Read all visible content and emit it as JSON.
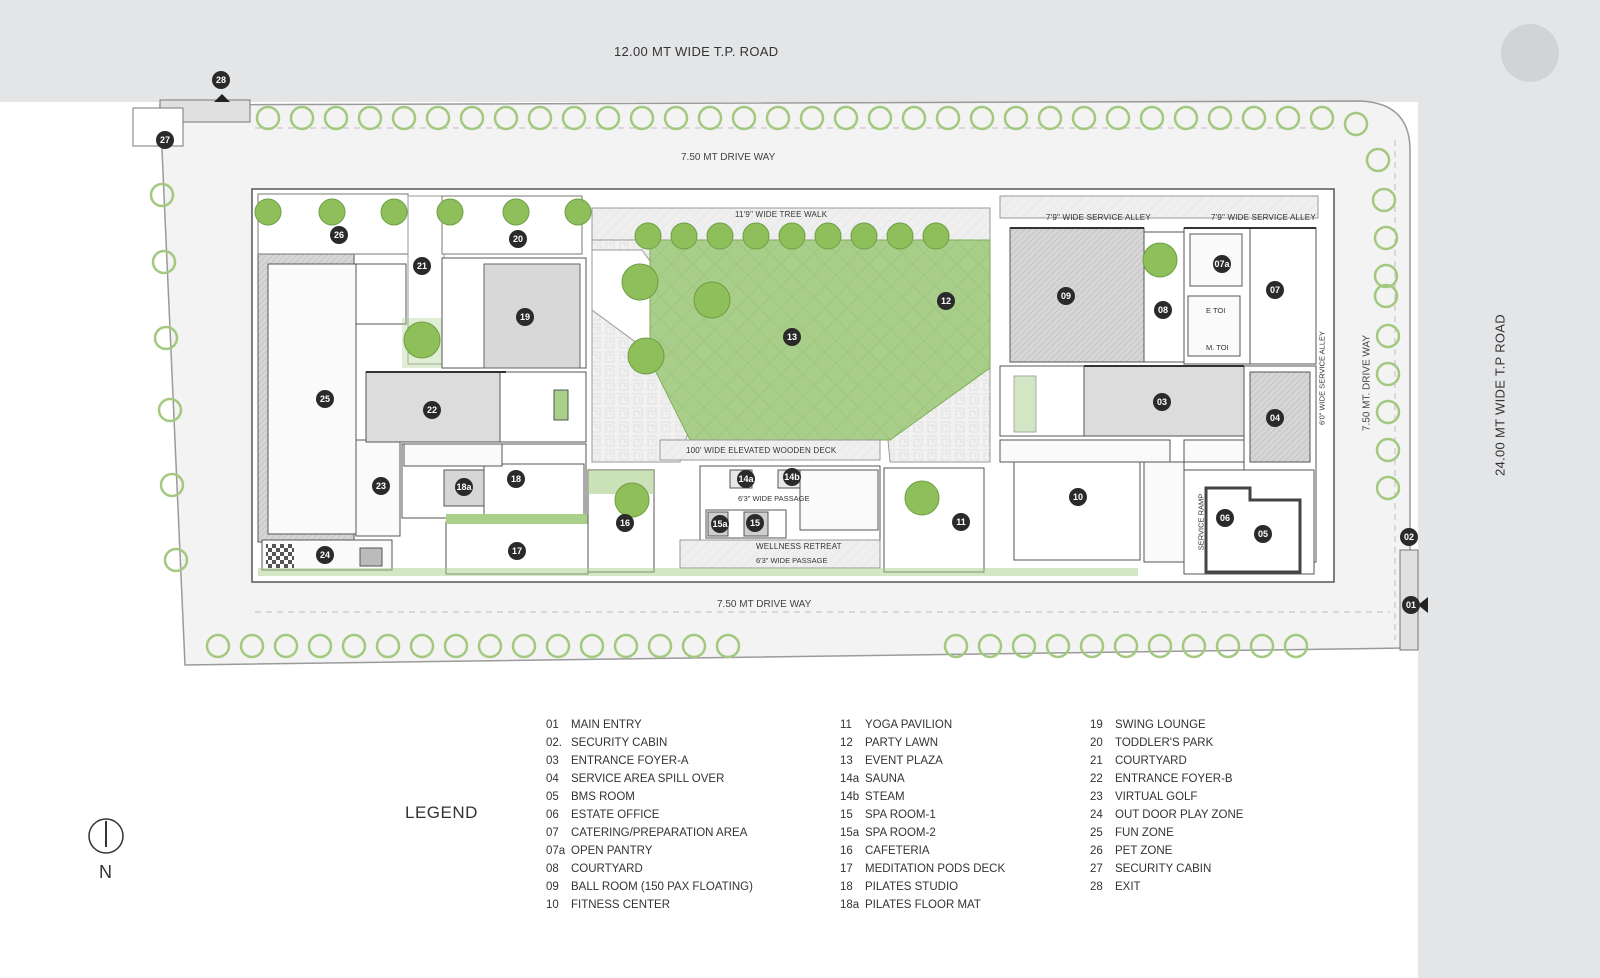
{
  "roads": {
    "top": "12.00 MT WIDE T.P. ROAD",
    "right": "24.00 MT WIDE T.P ROAD",
    "drive_top": "7.50 MT DRIVE WAY",
    "drive_bottom": "7.50 MT DRIVE WAY",
    "drive_right": "7.50 MT. DRIVE WAY"
  },
  "plan_labels": {
    "tree_walk": "11'9\" WIDE TREE WALK",
    "service_alley_1": "7'9\" WIDE SERVICE ALLEY",
    "service_alley_2": "7'9\" WIDE SERVICE ALLEY",
    "service_alley_v": "6'0\" WIDE SERVICE ALLEY",
    "wooden_deck": "100' WIDE ELEVATED WOODEN DECK",
    "passage_1": "6'3\" WIDE PASSAGE",
    "passage_2": "6'3\" WIDE PASSAGE",
    "wellness": "WELLNESS RETREAT",
    "e_toi": "E TOI",
    "m_toi": "M. TOI",
    "service_ramp": "SERVICE RAMP"
  },
  "markers": [
    "01",
    "02",
    "03",
    "04",
    "05",
    "06",
    "07",
    "07a",
    "08",
    "09",
    "10",
    "11",
    "12",
    "13",
    "14a",
    "14b",
    "15",
    "15a",
    "16",
    "17",
    "18",
    "18a",
    "19",
    "20",
    "21",
    "22",
    "23",
    "24",
    "25",
    "26",
    "27",
    "28"
  ],
  "legend": {
    "title": "LEGEND",
    "north": "N",
    "col1": [
      {
        "num": "01",
        "label": "MAIN ENTRY"
      },
      {
        "num": "02.",
        "label": "SECURITY CABIN"
      },
      {
        "num": "03",
        "label": "ENTRANCE FOYER-A"
      },
      {
        "num": "04",
        "label": "SERVICE AREA SPILL OVER"
      },
      {
        "num": "05",
        "label": "BMS ROOM"
      },
      {
        "num": "06",
        "label": "ESTATE OFFICE"
      },
      {
        "num": "07",
        "label": "CATERING/PREPARATION AREA"
      },
      {
        "num": "07a",
        "label": "OPEN PANTRY"
      },
      {
        "num": "08",
        "label": "COURTYARD"
      },
      {
        "num": "09",
        "label": "BALL ROOM (150 PAX FLOATING)"
      },
      {
        "num": "10",
        "label": "FITNESS CENTER"
      }
    ],
    "col2": [
      {
        "num": "11",
        "label": "YOGA PAVILION"
      },
      {
        "num": "12",
        "label": "PARTY LAWN"
      },
      {
        "num": "13",
        "label": "EVENT PLAZA"
      },
      {
        "num": "14a",
        "label": "SAUNA"
      },
      {
        "num": "14b",
        "label": "STEAM"
      },
      {
        "num": "15",
        "label": "SPA ROOM-1"
      },
      {
        "num": "15a",
        "label": "SPA ROOM-2"
      },
      {
        "num": "16",
        "label": "CAFETERIA"
      },
      {
        "num": "17",
        "label": "MEDITATION PODS DECK"
      },
      {
        "num": "18",
        "label": "PILATES STUDIO"
      },
      {
        "num": "18a",
        "label": "PILATES FLOOR MAT"
      }
    ],
    "col3": [
      {
        "num": "19",
        "label": "SWING LOUNGE"
      },
      {
        "num": "20",
        "label": "TODDLER'S PARK"
      },
      {
        "num": "21",
        "label": "COURTYARD"
      },
      {
        "num": "22",
        "label": "ENTRANCE FOYER-B"
      },
      {
        "num": "23",
        "label": "VIRTUAL GOLF"
      },
      {
        "num": "24",
        "label": "OUT DOOR PLAY ZONE"
      },
      {
        "num": "25",
        "label": "FUN ZONE"
      },
      {
        "num": "26",
        "label": "PET ZONE"
      },
      {
        "num": "27",
        "label": "SECURITY CABIN"
      },
      {
        "num": "28",
        "label": "EXIT"
      }
    ]
  },
  "colors": {
    "road": "#e3e4e6",
    "paving": "#eeefee",
    "lawn": "#a9cf8a",
    "tree": "#8fbf5a",
    "wall": "#5a5a5a",
    "room": "#f7f7f7",
    "hatched": "#cfcfcf",
    "marker": "#2a2a2a"
  }
}
